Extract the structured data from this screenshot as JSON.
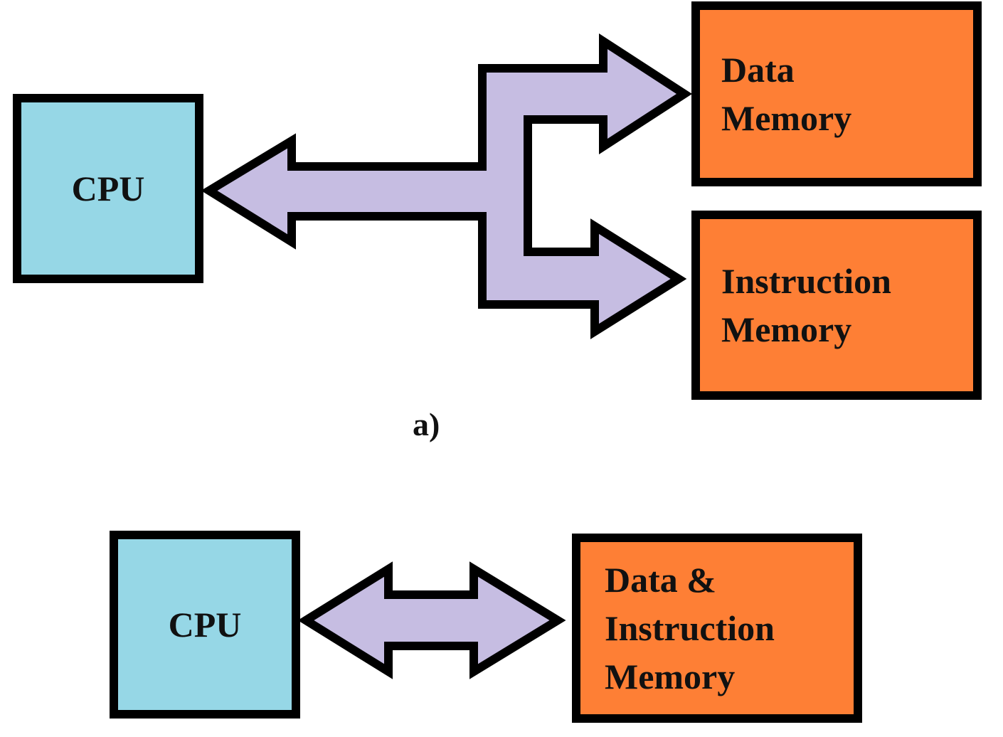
{
  "colors": {
    "cpu_fill": "#96d7e6",
    "memory_fill": "#fe7f35",
    "bus_fill": "#c6bde2",
    "outline": "#000000"
  },
  "diagram_a": {
    "cpu_label": "CPU",
    "data_memory": {
      "line1": "Data",
      "line2": "Memory"
    },
    "instruction_memory": {
      "line1": "Instruction",
      "line2": "Memory"
    },
    "caption": "a)"
  },
  "diagram_b": {
    "cpu_label": "CPU",
    "shared_memory": {
      "line1": "Data &",
      "line2": "Instruction",
      "line3": "Memory"
    }
  }
}
